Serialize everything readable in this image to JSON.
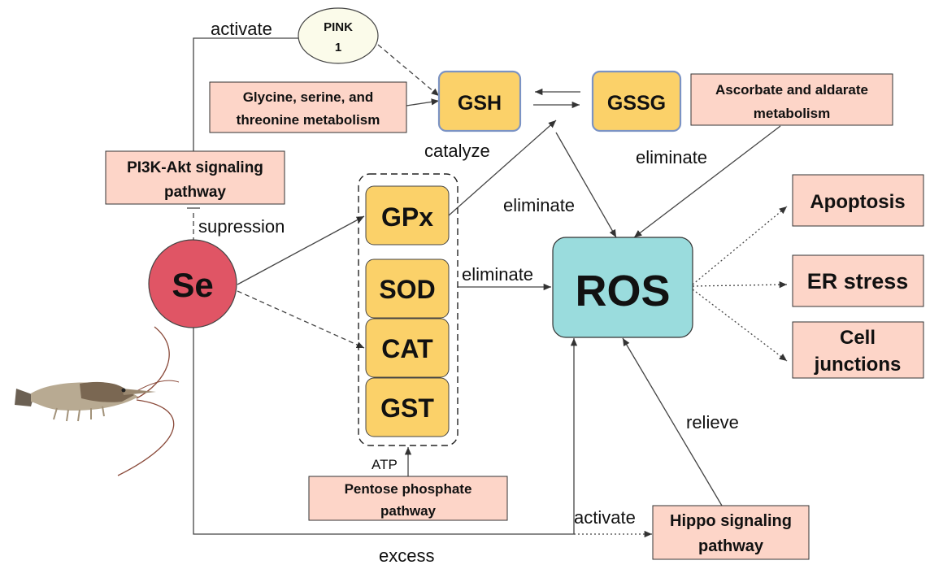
{
  "nodes": {
    "pink1_line1": "PINK",
    "pink1_line2": "1",
    "gsh": "GSH",
    "gssg": "GSSG",
    "glycine_line1": "Glycine, serine, and",
    "glycine_line2": "threonine metabolism",
    "ascorbate_line1": "Ascorbate and aldarate",
    "ascorbate_line2": "metabolism",
    "pi3k_line1": "PI3K-Akt signaling",
    "pi3k_line2": "pathway",
    "se": "Se",
    "gpx": "GPx",
    "sod": "SOD",
    "cat": "CAT",
    "gst": "GST",
    "ros": "ROS",
    "apoptosis": "Apoptosis",
    "er_stress": "ER stress",
    "cell_junctions_line1": "Cell",
    "cell_junctions_line2": "junctions",
    "pentose_line1": "Pentose phosphate",
    "pentose_line2": "pathway",
    "hippo_line1": "Hippo signaling",
    "hippo_line2": "pathway"
  },
  "edge_labels": {
    "activate_top": "activate",
    "supression": "supression",
    "catalyze": "catalyze",
    "eliminate_gsh": "eliminate",
    "eliminate_ascorbate": "eliminate",
    "eliminate_enzymes": "eliminate",
    "atp": "ATP",
    "relieve": "relieve",
    "activate_bottom": "activate",
    "excess": "excess"
  },
  "colors": {
    "pink_box": "#fdd5c8",
    "enzyme_fill": "#fbd169",
    "ros_fill": "#9adcdd",
    "se_fill": "#e05565",
    "pink1_fill": "#fbfbea"
  }
}
